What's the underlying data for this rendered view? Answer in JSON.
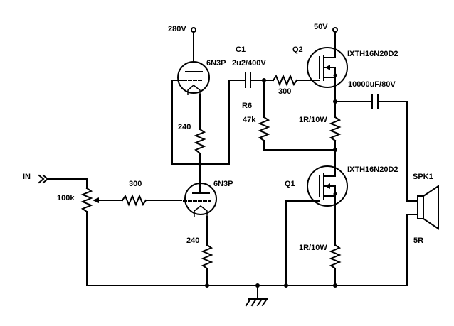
{
  "labels": {
    "v280": "280V",
    "v50": "50V",
    "c1_ref": "C1",
    "c1_val": "2u2/400V",
    "q2_ref": "Q2",
    "q2_part": "IXTH16N20D2",
    "tube_upper": "6N3P",
    "r300_top": "300",
    "cap_out": "10000uF/80V",
    "r6_ref": "R6",
    "r6_val": "47k",
    "r1_upper": "1R/10W",
    "r240_upper": "240",
    "input": "IN",
    "q1_part": "IXTH16N20D2",
    "spk_ref": "SPK1",
    "pot": "100k",
    "r300_in": "300",
    "tube_lower": "6N3P",
    "q1_ref": "Q1",
    "r240_lower": "240",
    "spk_val": "5R",
    "r1_lower": "1R/10W"
  }
}
